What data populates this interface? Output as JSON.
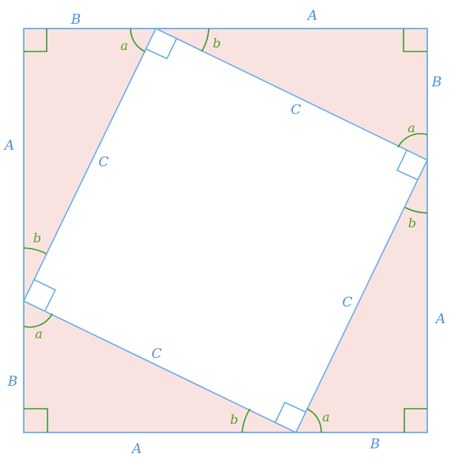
{
  "colors": {
    "square_stroke": "#6aaee8",
    "triangle_fill": "#f9e3e1",
    "inner_fill": "#ffffff",
    "right_angle_outer": "#3a9a2a",
    "right_angle_inner": "#5aaeea",
    "angle_arc": "#3a9a2a",
    "side_label": "#4a90d9",
    "angle_label": "#5a9a2a"
  },
  "labels": {
    "top_left_B": "B",
    "top_right_A": "A",
    "right_top_B": "B",
    "right_bottom_A": "A",
    "bottom_right_B": "B",
    "bottom_left_A": "A",
    "left_bottom_B": "B",
    "left_top_A": "A",
    "inner_top_left_C": "C",
    "inner_top_right_C": "C",
    "inner_bottom_right_C": "C",
    "inner_bottom_left_C": "C",
    "angle_top_a": "a",
    "angle_top_b": "b",
    "angle_right_a": "a",
    "angle_right_b": "b",
    "angle_bottom_a": "a",
    "angle_bottom_b": "b",
    "angle_left_a": "a",
    "angle_left_b": "b"
  }
}
